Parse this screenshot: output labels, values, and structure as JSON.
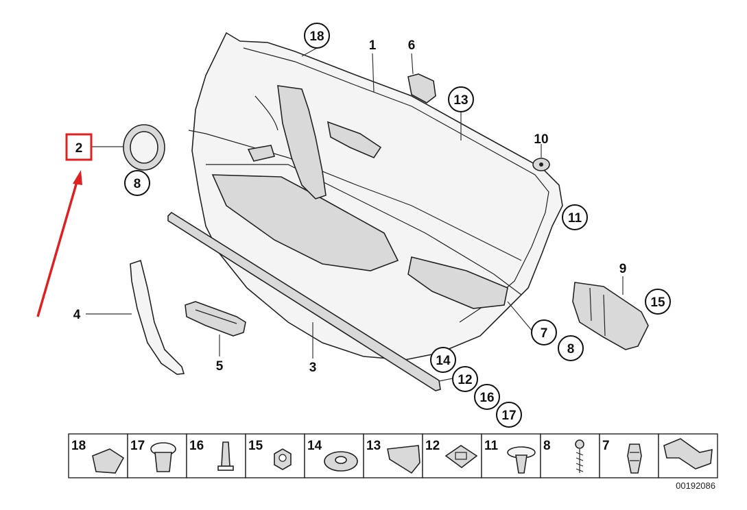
{
  "callouts": {
    "c1": "1",
    "c2": "2",
    "c3": "3",
    "c4": "4",
    "c5": "5",
    "c6": "6",
    "c7": "7",
    "c8a": "8",
    "c8b": "8",
    "c9": "9",
    "c10": "10",
    "c11": "11",
    "c12": "12",
    "c13": "13",
    "c14": "14",
    "c15": "15",
    "c16": "16",
    "c17": "17",
    "c18": "18"
  },
  "highlight": {
    "label": "2",
    "color": "#e02020"
  },
  "legend": [
    "18",
    "17",
    "16",
    "15",
    "14",
    "13",
    "12",
    "11",
    "8",
    "7"
  ],
  "diagram_number": "00192086"
}
